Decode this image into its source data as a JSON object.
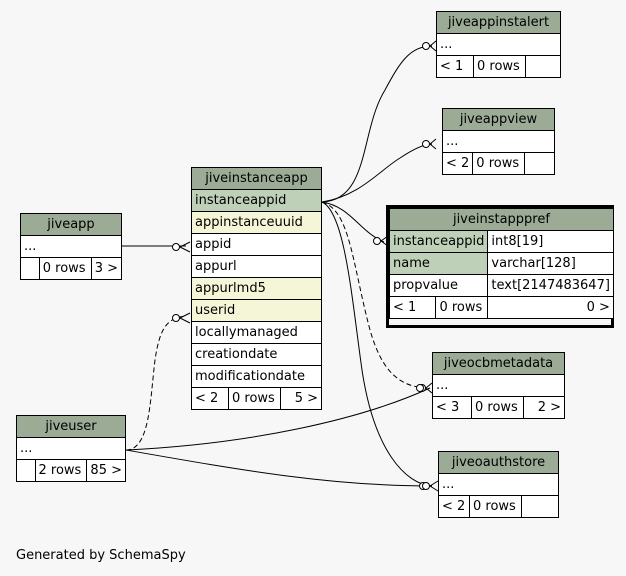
{
  "tables": {
    "jiveappinstalert": {
      "name": "jiveappinstalert",
      "ellipsis": "...",
      "parents": "< 1",
      "rows": "0 rows"
    },
    "jiveappview": {
      "name": "jiveappview",
      "ellipsis": "...",
      "parents": "< 2",
      "rows": "0 rows"
    },
    "jiveinstanceapp": {
      "name": "jiveinstanceapp",
      "columns": [
        "instanceappid",
        "appinstanceuuid",
        "appid",
        "appurl",
        "appurlmd5",
        "userid",
        "locallymanaged",
        "creationdate",
        "modificationdate"
      ],
      "parents": "< 2",
      "rows": "0 rows",
      "children": "5 >"
    },
    "jiveapp": {
      "name": "jiveapp",
      "ellipsis": "...",
      "rows": "0 rows",
      "children": "3 >"
    },
    "jiveinstapppref": {
      "name": "jiveinstapppref",
      "columns": [
        {
          "name": "instanceappid",
          "type": "int8[19]"
        },
        {
          "name": "name",
          "type": "varchar[128]"
        },
        {
          "name": "propvalue",
          "type": "text[2147483647]"
        }
      ],
      "parents": "< 1",
      "rows": "0 rows",
      "children": "0 >"
    },
    "jiveocbmetadata": {
      "name": "jiveocbmetadata",
      "ellipsis": "...",
      "parents": "< 3",
      "rows": "0 rows",
      "children": "2 >"
    },
    "jiveuser": {
      "name": "jiveuser",
      "ellipsis": "...",
      "rows": "2 rows",
      "children": "85 >"
    },
    "jiveoauthstore": {
      "name": "jiveoauthstore",
      "ellipsis": "...",
      "parents": "< 2",
      "rows": "0 rows"
    }
  },
  "footer": "Generated by SchemaSpy"
}
